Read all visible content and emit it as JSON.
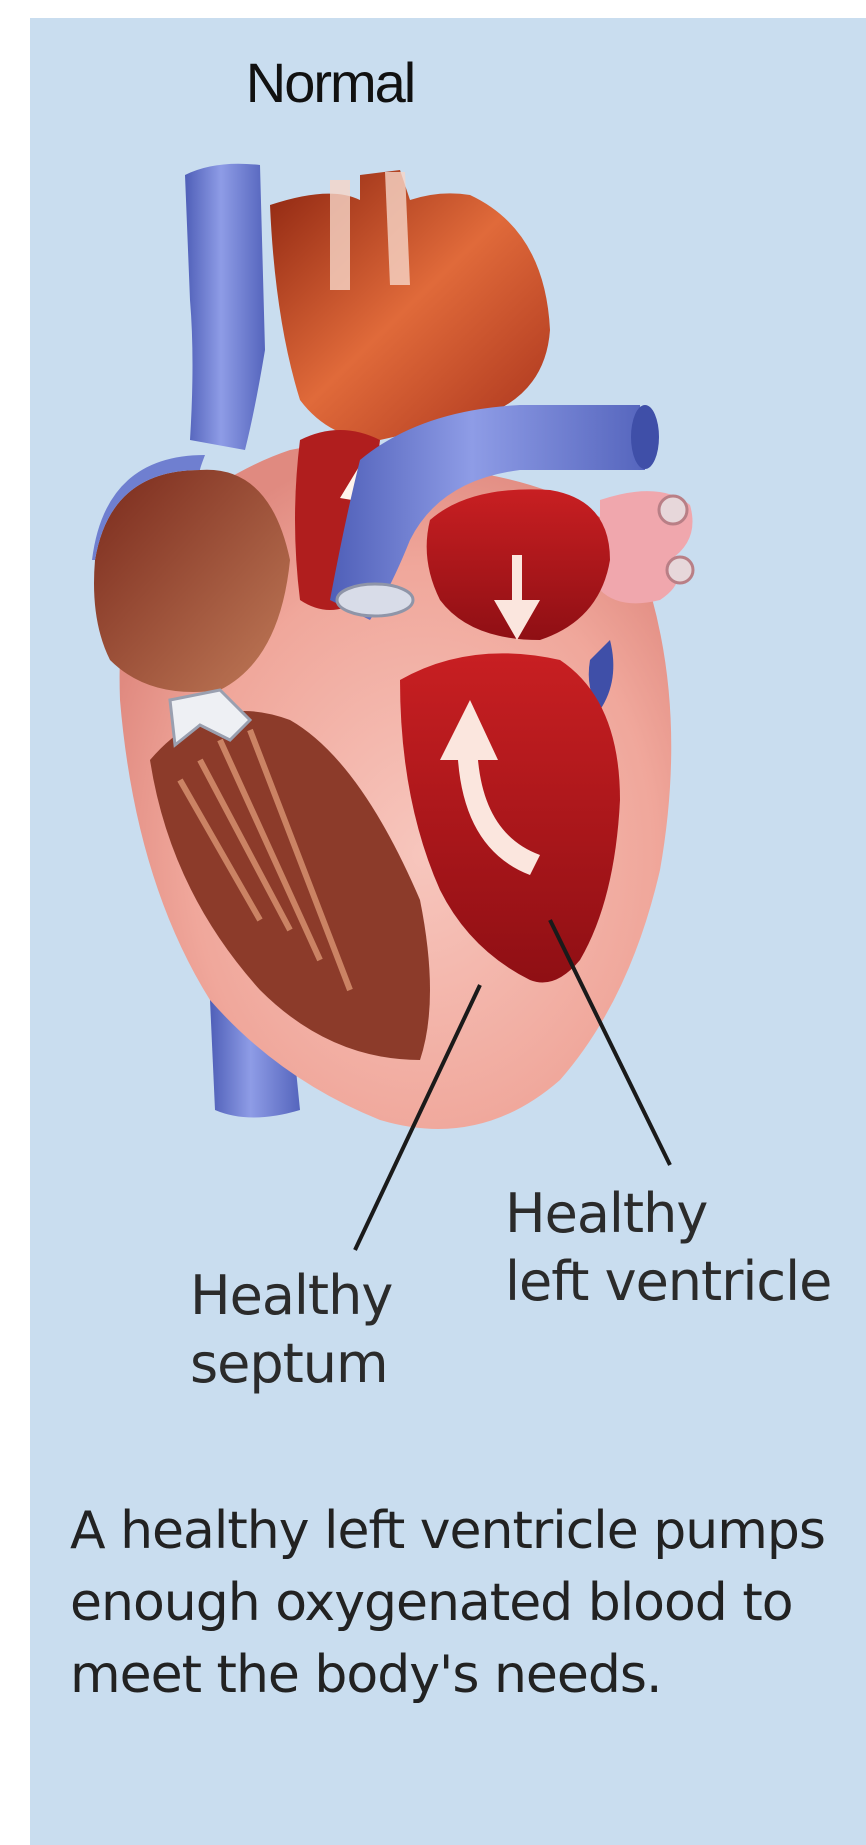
{
  "figure": {
    "title": "Normal",
    "labels": {
      "left_ventricle": {
        "line1": "Healthy",
        "line2": "left ventricle"
      },
      "septum": {
        "line1": "Healthy",
        "line2": "septum"
      }
    },
    "caption": "A healthy left ventricle pumps enough oxygenated blood to meet the body's needs."
  },
  "colors": {
    "background_panel": "#c9ddef",
    "vein_blue": "#6f7fd0",
    "aorta_red": "#c9472a",
    "chamber_red": "#a9161a",
    "muscle_pink": "#f2aaa0"
  }
}
